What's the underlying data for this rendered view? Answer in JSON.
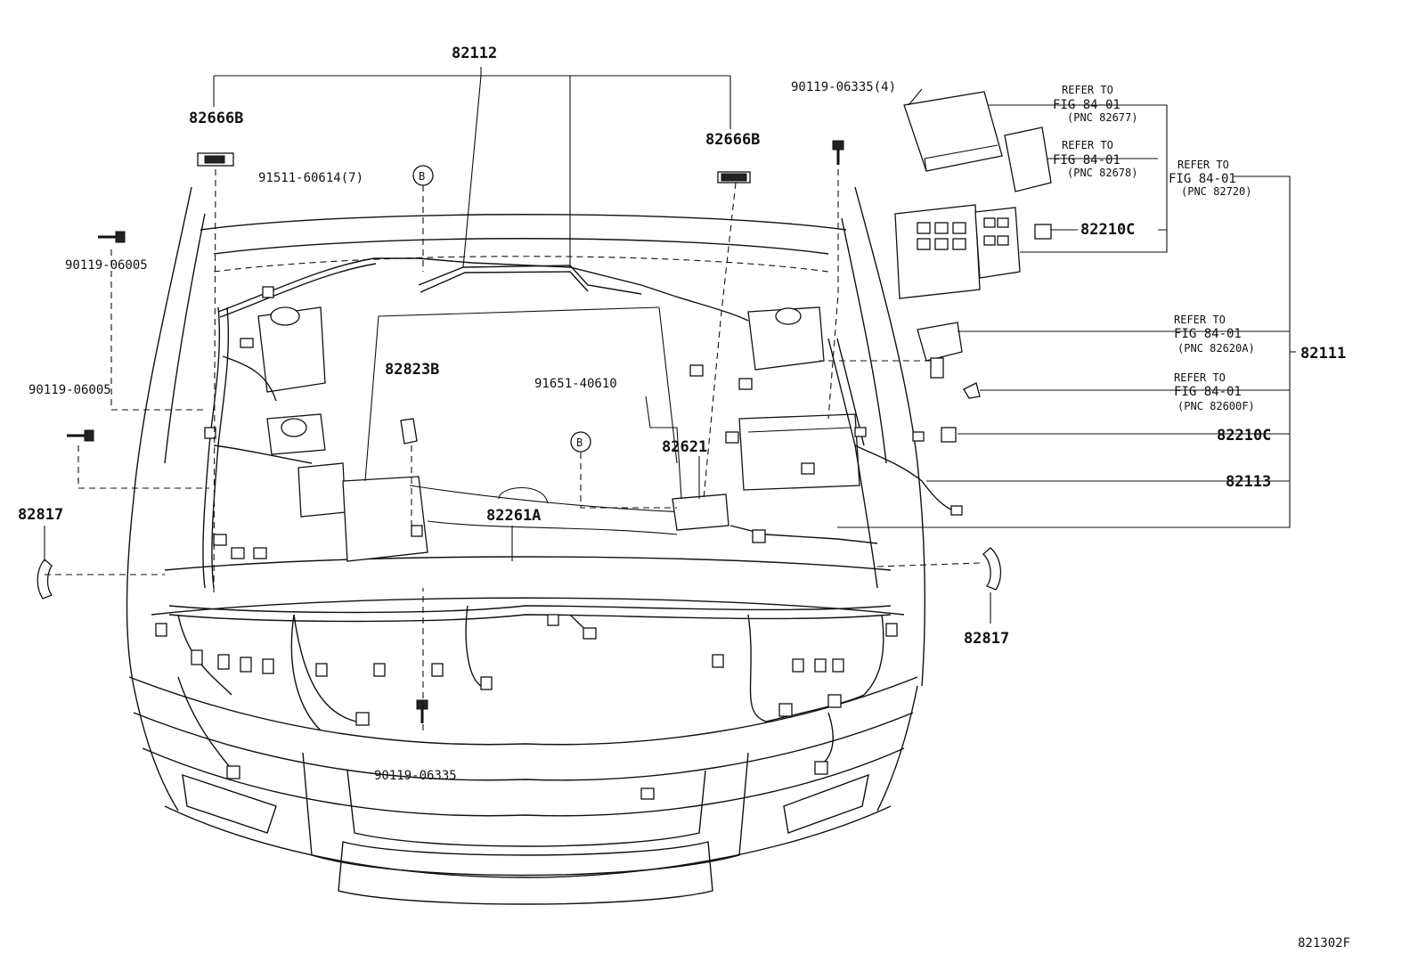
{
  "labels": {
    "p82112": "82112",
    "p82666b_left": "82666B",
    "p82666b_right": "82666B",
    "p91511": "91511-60614(7)",
    "circle_b_top": "B",
    "p90119_06005_a": "90119-06005",
    "p90119_06005_b": "90119-06005",
    "p82817_left": "82817",
    "p82817_right": "82817",
    "p82823b": "82823B",
    "p91651": "91651-40610",
    "circle_b_mid": "B",
    "p82621": "82621",
    "p82261a": "82261A",
    "p90119_06335_top": "90119-06335(4)",
    "p90119_06335_bottom": "90119-06335",
    "p82210c_top": "82210C",
    "p82210c_mid": "82210C",
    "p82113": "82113",
    "p82111": "82111",
    "diagram_code": "821302F"
  },
  "refers": [
    {
      "line1": "REFER TO",
      "line2": "FIG 84-01",
      "line3": "(PNC 82677)"
    },
    {
      "line1": "REFER TO",
      "line2": "FIG 84-01",
      "line3": "(PNC 82678)"
    },
    {
      "line1": "REFER TO",
      "line2": "FIG 84-01",
      "line3": "(PNC 82720)"
    },
    {
      "line1": "REFER TO",
      "line2": "FIG 84-01",
      "line3": "(PNC 82620A)"
    },
    {
      "line1": "REFER TO",
      "line2": "FIG 84-01",
      "line3": "(PNC 82600F)"
    }
  ]
}
